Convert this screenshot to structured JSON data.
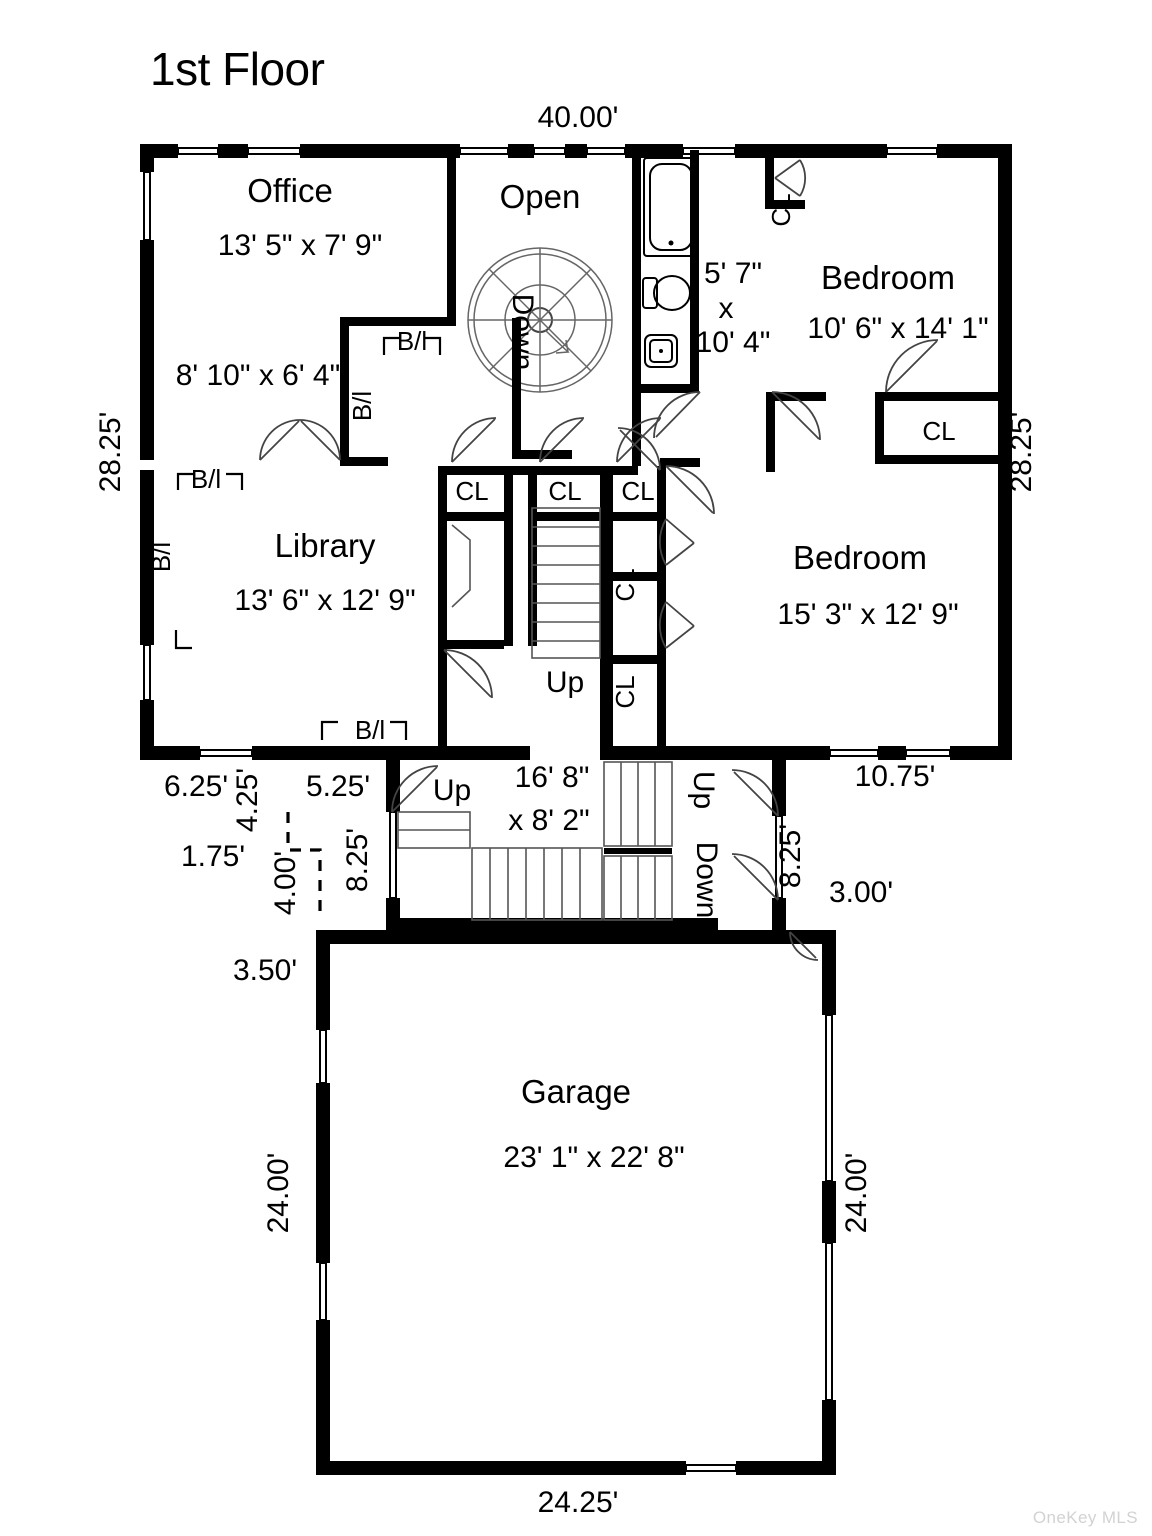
{
  "page": {
    "title": "1st Floor",
    "watermark": "OneKey MLS",
    "background": "#ffffff",
    "line_color": "#000000"
  },
  "rooms": [
    {
      "id": "office",
      "name": "Office",
      "dims": "13' 5\" x 7' 9\""
    },
    {
      "id": "office-alcove",
      "name": "",
      "dims": "8' 10\" x 6' 4\""
    },
    {
      "id": "open",
      "name": "Open",
      "dims": ""
    },
    {
      "id": "bath",
      "name": "",
      "dims": "5' 7\" x 10' 4\"",
      "dim_line1": "5' 7\"",
      "dim_x": "x",
      "dim_line2": "10' 4\""
    },
    {
      "id": "bedroom-1",
      "name": "Bedroom",
      "dims": "10' 6\" x 14' 1\""
    },
    {
      "id": "library",
      "name": "Library",
      "dims": "13' 6\" x 12' 9\""
    },
    {
      "id": "bedroom-2",
      "name": "Bedroom",
      "dims": "15' 3\" x 12' 9\""
    },
    {
      "id": "foyer",
      "name": "",
      "dims": "16' 8\" x 8' 2\"",
      "dim_line1": "16' 8\"",
      "dim_line2": "x 8' 2\""
    },
    {
      "id": "garage",
      "name": "Garage",
      "dims": "23' 1\" x 22' 8\""
    }
  ],
  "closets": [
    {
      "id": "cl-top-right",
      "label": "CL",
      "orientation": "vertical"
    },
    {
      "id": "cl-bedroom1",
      "label": "CL",
      "orientation": "horizontal"
    },
    {
      "id": "cl-hall-1",
      "label": "CL",
      "orientation": "horizontal"
    },
    {
      "id": "cl-hall-2",
      "label": "CL",
      "orientation": "horizontal"
    },
    {
      "id": "cl-hall-3",
      "label": "CL",
      "orientation": "horizontal"
    },
    {
      "id": "cl-bedroom2-a",
      "label": "CL",
      "orientation": "vertical"
    },
    {
      "id": "cl-bedroom2-b",
      "label": "CL",
      "orientation": "vertical"
    }
  ],
  "builtins": [
    {
      "id": "bi-office-top",
      "label": "B/l",
      "orientation": "horizontal"
    },
    {
      "id": "bi-office-side",
      "label": "B/l",
      "orientation": "vertical"
    },
    {
      "id": "bi-library-top",
      "label": "B/l",
      "orientation": "horizontal"
    },
    {
      "id": "bi-library-left",
      "label": "B/l",
      "orientation": "vertical"
    },
    {
      "id": "bi-library-bottom",
      "label": "B/l",
      "orientation": "horizontal"
    }
  ],
  "stair_labels": [
    {
      "id": "spiral-down",
      "label": "Down",
      "orientation": "vertical"
    },
    {
      "id": "main-up",
      "label": "Up",
      "orientation": "horizontal"
    },
    {
      "id": "foyer-up-left",
      "label": "Up",
      "orientation": "horizontal"
    },
    {
      "id": "foyer-up-right",
      "label": "Up",
      "orientation": "vertical"
    },
    {
      "id": "foyer-down",
      "label": "Down",
      "orientation": "vertical"
    }
  ],
  "dimensions": {
    "top": "40.00'",
    "left_main": "28.25'",
    "right_main": "28.25'",
    "bottom_segments": [
      "6.25'",
      "4.25'",
      "5.25'",
      "1.75'",
      "4.00'",
      "8.25'",
      "3.50'",
      "8.25'",
      "3.00'",
      "10.75'"
    ],
    "garage_left": "24.00'",
    "garage_right": "24.00'",
    "garage_bottom": "24.25'",
    "labels": {
      "d_top": "40.00'",
      "d_left": "28.25'",
      "d_right": "28.25'",
      "d_625": "6.25'",
      "d_425": "4.25'",
      "d_525": "5.25'",
      "d_175": "1.75'",
      "d_400": "4.00'",
      "d_825_left": "8.25'",
      "d_350": "3.50'",
      "d_825_right": "8.25'",
      "d_300": "3.00'",
      "d_1075": "10.75'",
      "d_garage_left": "24.00'",
      "d_garage_right": "24.00'",
      "d_garage_bottom": "24.25'"
    }
  }
}
